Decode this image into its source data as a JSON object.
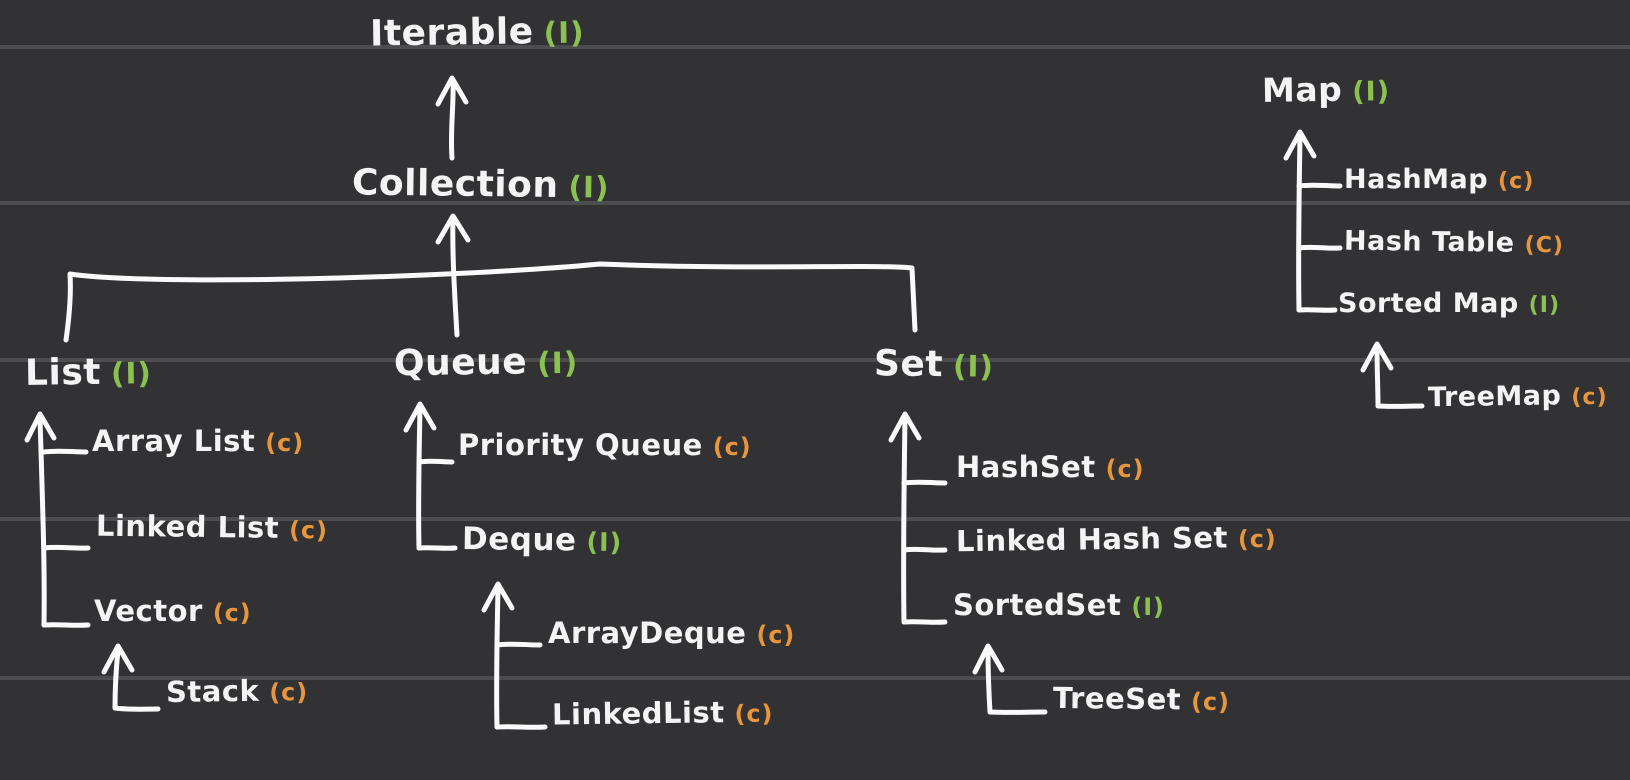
{
  "diagram_type": "hand-drawn hierarchy diagram (Java collections)",
  "colors": {
    "background": "#323234",
    "ruled_line": "#4b4d4f",
    "stroke": "#fafafa",
    "text": "#f4f4f4",
    "interface_marker": "#8cc152",
    "class_marker": "#e8963c"
  },
  "nodes": {
    "iterable": {
      "label": "Iterable",
      "marker": "(I)",
      "kind": "interface"
    },
    "collection": {
      "label": "Collection",
      "marker": "(I)",
      "kind": "interface"
    },
    "list": {
      "label": "List",
      "marker": "(I)",
      "kind": "interface"
    },
    "array_list": {
      "label": "Array List",
      "marker": "(c)",
      "kind": "class"
    },
    "linked_list": {
      "label": "Linked List",
      "marker": "(c)",
      "kind": "class"
    },
    "vector": {
      "label": "Vector",
      "marker": "(c)",
      "kind": "class"
    },
    "stack": {
      "label": "Stack",
      "marker": "(c)",
      "kind": "class"
    },
    "queue": {
      "label": "Queue",
      "marker": "(I)",
      "kind": "interface"
    },
    "priority_queue": {
      "label": "Priority Queue",
      "marker": "(c)",
      "kind": "class"
    },
    "deque": {
      "label": "Deque",
      "marker": "(I)",
      "kind": "interface"
    },
    "array_deque": {
      "label": "ArrayDeque",
      "marker": "(c)",
      "kind": "class"
    },
    "linked_list_dq": {
      "label": "LinkedList",
      "marker": "(c)",
      "kind": "class"
    },
    "set": {
      "label": "Set",
      "marker": "(I)",
      "kind": "interface"
    },
    "hash_set": {
      "label": "HashSet",
      "marker": "(c)",
      "kind": "class"
    },
    "linked_hash_set": {
      "label": "Linked Hash Set",
      "marker": "(c)",
      "kind": "class"
    },
    "sorted_set": {
      "label": "SortedSet",
      "marker": "(I)",
      "kind": "interface"
    },
    "tree_set": {
      "label": "TreeSet",
      "marker": "(c)",
      "kind": "class"
    },
    "map": {
      "label": "Map",
      "marker": "(I)",
      "kind": "interface"
    },
    "hash_map": {
      "label": "HashMap",
      "marker": "(c)",
      "kind": "class"
    },
    "hash_table": {
      "label": "Hash Table",
      "marker": "(C)",
      "kind": "class"
    },
    "sorted_map": {
      "label": "Sorted Map",
      "marker": "(I)",
      "kind": "interface"
    },
    "tree_map": {
      "label": "TreeMap",
      "marker": "(c)",
      "kind": "class"
    }
  },
  "edges": [
    {
      "from": "collection",
      "to": "iterable"
    },
    {
      "from": "list",
      "to": "collection"
    },
    {
      "from": "queue",
      "to": "collection"
    },
    {
      "from": "set",
      "to": "collection"
    },
    {
      "from": "array_list",
      "to": "list"
    },
    {
      "from": "linked_list",
      "to": "list"
    },
    {
      "from": "vector",
      "to": "list"
    },
    {
      "from": "stack",
      "to": "vector"
    },
    {
      "from": "priority_queue",
      "to": "queue"
    },
    {
      "from": "deque",
      "to": "queue"
    },
    {
      "from": "array_deque",
      "to": "deque"
    },
    {
      "from": "linked_list_dq",
      "to": "deque"
    },
    {
      "from": "hash_set",
      "to": "set"
    },
    {
      "from": "linked_hash_set",
      "to": "set"
    },
    {
      "from": "sorted_set",
      "to": "set"
    },
    {
      "from": "tree_set",
      "to": "sorted_set"
    },
    {
      "from": "hash_map",
      "to": "map"
    },
    {
      "from": "hash_table",
      "to": "map"
    },
    {
      "from": "sorted_map",
      "to": "map"
    },
    {
      "from": "tree_map",
      "to": "sorted_map"
    }
  ]
}
